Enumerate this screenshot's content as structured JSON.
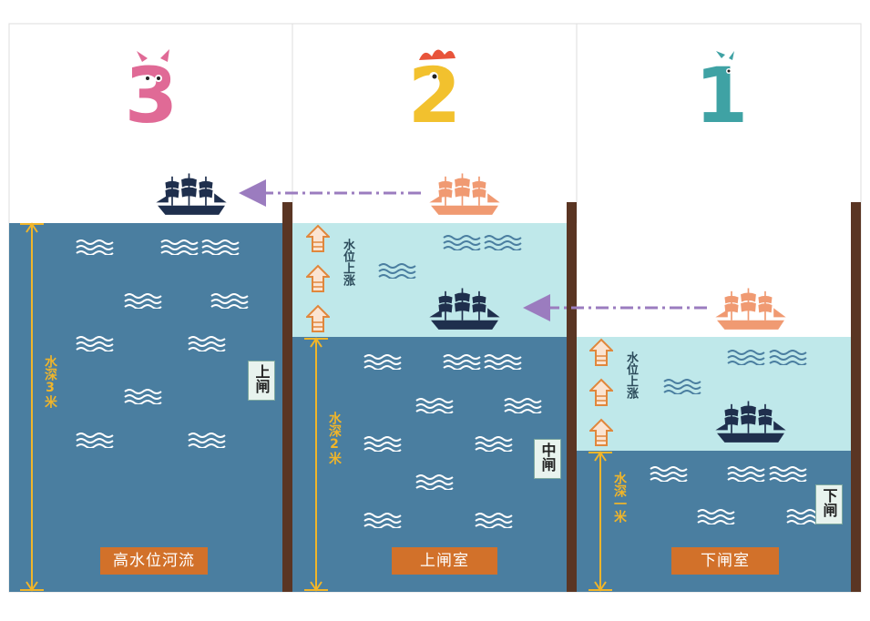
{
  "steps": {
    "three": "3",
    "two": "2",
    "one": "1"
  },
  "labels": {
    "river": "高水位河流",
    "upper_chamber": "上闸室",
    "lower_chamber": "下闸室"
  },
  "gates": {
    "upper": "上闸",
    "middle": "中闸",
    "lower": "下闸"
  },
  "depths": {
    "river": "水深3米",
    "upper_chamber": "水深2米",
    "lower_chamber": "水深一米"
  },
  "rise_text": "水位上涨",
  "colors": {
    "deep_water": "#4a7ea0",
    "raised_water": "#bfe8ea",
    "wall": "#5a3523",
    "label_bg": "#d2712a",
    "depth_line": "#f0b52a",
    "arrow": "#9b7cbf",
    "ship_dark": "#1f2f4d",
    "ship_ghost": "#f09a72",
    "num3": "#e06a96",
    "num2": "#f2c12e",
    "num1": "#3fa2a4"
  }
}
